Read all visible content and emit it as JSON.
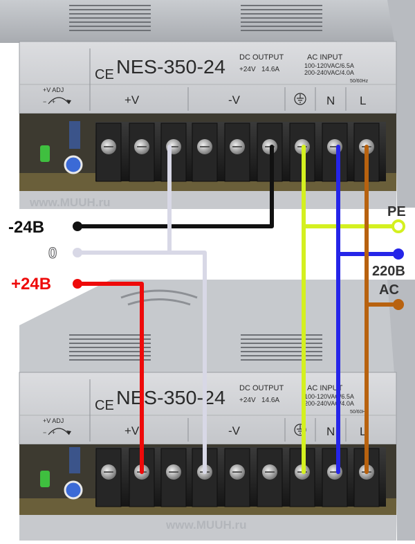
{
  "psu": {
    "model": "NES-350-24",
    "ce_mark": "CE",
    "dc_output_title": "DC OUTPUT",
    "dc_output_values": "+24V   14.6A",
    "ac_input_title": "AC INPUT",
    "ac_input_line1": "100-120VAC/6.5A",
    "ac_input_line2": "200-240VAC/4.0A",
    "ac_input_freq": "50/60Hz",
    "v_adj": "+V ADJ",
    "v_adj_signs": "−   +",
    "terminal_labels": {
      "plus_v": "+V",
      "minus_v": "-V",
      "n": "N",
      "l": "L"
    },
    "website": "www.MUUH.ru"
  },
  "wires": {
    "minus24": {
      "label": "-24B",
      "color": "#111111"
    },
    "zero": {
      "label": "0",
      "color": "#d8d8e6"
    },
    "plus24": {
      "label": "+24B",
      "color": "#ee0a0a"
    },
    "pe": {
      "label": "PE",
      "color": "#d4f020"
    },
    "neutral": {
      "color": "#2525e8"
    },
    "line": {
      "color": "#b8620f"
    },
    "ac_label_1": "220B",
    "ac_label_2": "AC"
  }
}
